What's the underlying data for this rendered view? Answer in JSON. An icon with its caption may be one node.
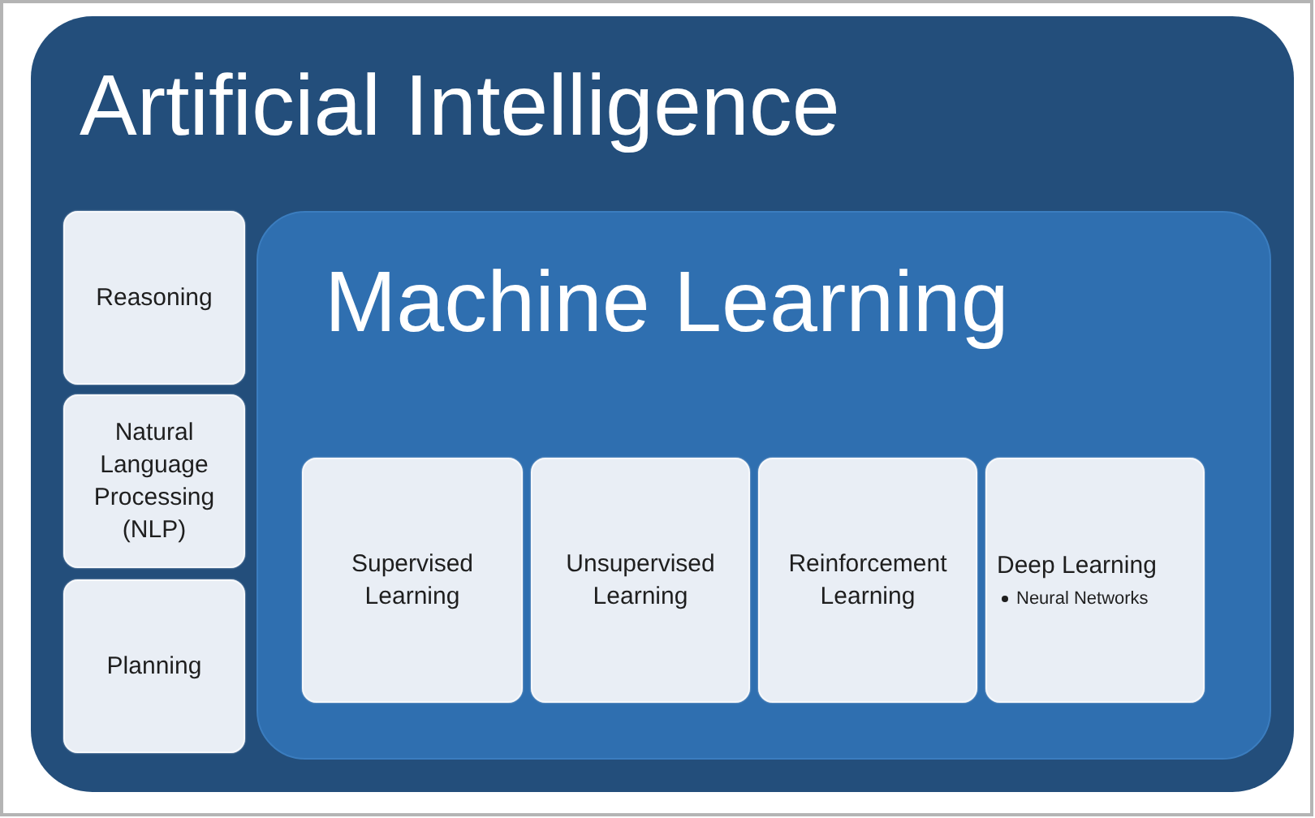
{
  "diagram": {
    "nodes": [
      {
        "text": [
          "Artificial Intelligence"
        ]
      },
      {
        "text": [
          "Reasoning"
        ],
        "in": 0
      },
      {
        "text": [
          "Natural Language Processing (NLP)"
        ],
        "in": 0
      },
      {
        "text": [
          "Planning"
        ],
        "in": 0
      },
      {
        "text": [
          "Machine Learning"
        ],
        "in": 0
      },
      {
        "text": [
          "Supervised Learning"
        ],
        "in": 4
      },
      {
        "text": [
          "Unsupervised Learning"
        ],
        "in": 4
      },
      {
        "text": [
          "Reinforcement Learning"
        ],
        "in": 4
      },
      {
        "text": [
          "Deep Learning",
          "Neural Networks"
        ],
        "in": 4
      }
    ]
  }
}
